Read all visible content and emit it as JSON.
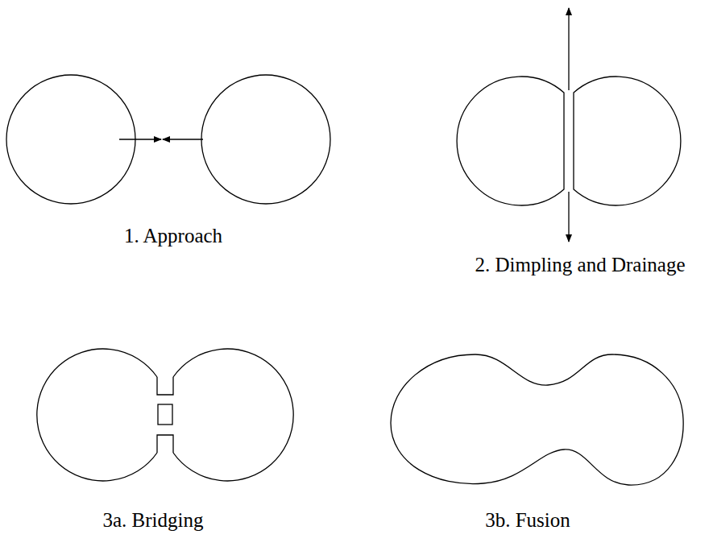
{
  "diagram": {
    "labels": [
      "1. Approach",
      "2. Dimpling and Drainage",
      "3a. Bridging",
      "3b. Fusion"
    ]
  }
}
